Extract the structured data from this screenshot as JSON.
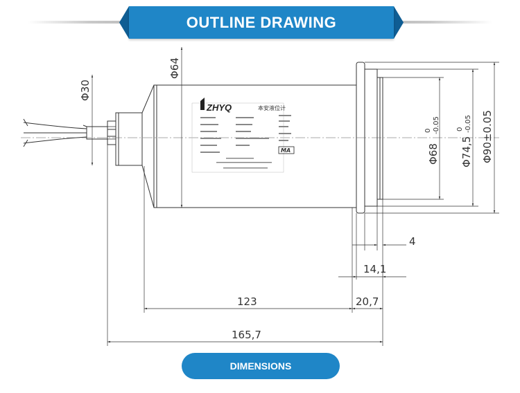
{
  "header": {
    "title": "OUTLINE DRAWING"
  },
  "footer": {
    "button_label": "DIMENSIONS"
  },
  "drawing": {
    "dims": {
      "d64": "Φ64",
      "d30": "Φ30",
      "d68": "Φ68",
      "d68_tol_upper": "0",
      "d68_tol_lower": "-0.05",
      "d745": "Φ74,5",
      "d745_tol_upper": "0",
      "d745_tol_lower": "-0.05",
      "d90": "Φ90±0.05",
      "len4": "4",
      "len141": "14,1",
      "len123": "123",
      "len207": "20,7",
      "len1657": "165,7"
    },
    "nameplate": {
      "brand": "ZHYQ",
      "title": "本安液位计",
      "mark": "MA"
    }
  }
}
